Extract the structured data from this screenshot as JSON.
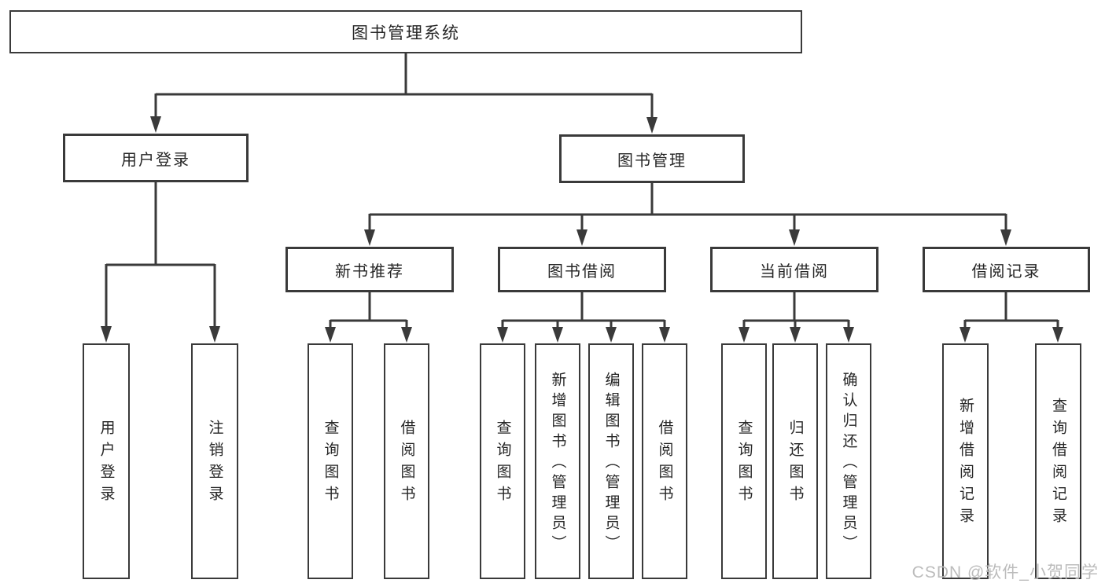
{
  "colors": {
    "line": "#3a3a3a",
    "box_border": "#3a3a3a",
    "box_background": "#ffffff",
    "text": "#262626",
    "watermark": "#bcbcbc"
  },
  "root": {
    "label": "图书管理系统"
  },
  "branches": [
    {
      "label": "用户登录",
      "leaves": [
        {
          "label": "用户登录"
        },
        {
          "label": "注销登录"
        }
      ]
    },
    {
      "label": "图书管理",
      "groups": [
        {
          "label": "新书推荐",
          "leaves": [
            {
              "label": "查询图书"
            },
            {
              "label": "借阅图书"
            }
          ]
        },
        {
          "label": "图书借阅",
          "leaves": [
            {
              "label": "查询图书"
            },
            {
              "label": "新增图书（管理员）"
            },
            {
              "label": "编辑图书（管理员）"
            },
            {
              "label": "借阅图书"
            }
          ]
        },
        {
          "label": "当前借阅",
          "leaves": [
            {
              "label": "查询图书"
            },
            {
              "label": "归还图书"
            },
            {
              "label": "确认归还（管理员）"
            }
          ]
        },
        {
          "label": "借阅记录",
          "leaves": [
            {
              "label": "新增借阅记录"
            },
            {
              "label": "查询借阅记录"
            }
          ]
        }
      ]
    }
  ],
  "watermark": "CSDN @软件_小贺同学"
}
